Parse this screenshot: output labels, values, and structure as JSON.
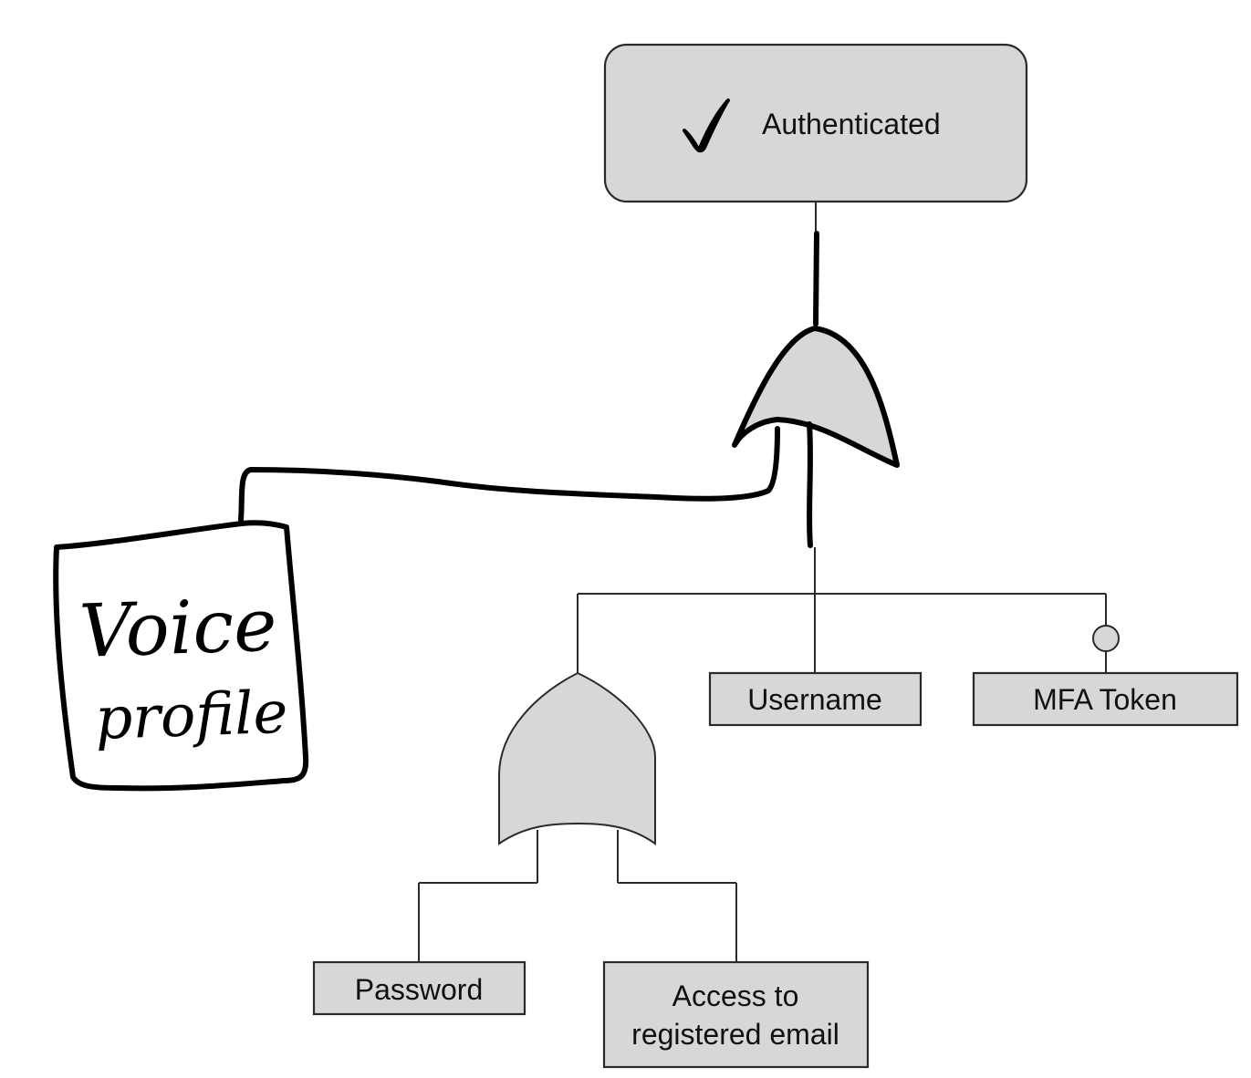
{
  "top_event": {
    "label": "Authenticated",
    "icon": "checkmark-icon"
  },
  "basic_events": {
    "username": "Username",
    "mfa_token": "MFA Token",
    "password": "Password",
    "email_line1": "Access to",
    "email_line2": "registered email"
  },
  "handwritten_note": {
    "line1": "Voice",
    "line2": "profile"
  },
  "colors": {
    "box_fill": "#d7d7d7",
    "stroke": "#2a2a2a",
    "background": "#ffffff"
  }
}
